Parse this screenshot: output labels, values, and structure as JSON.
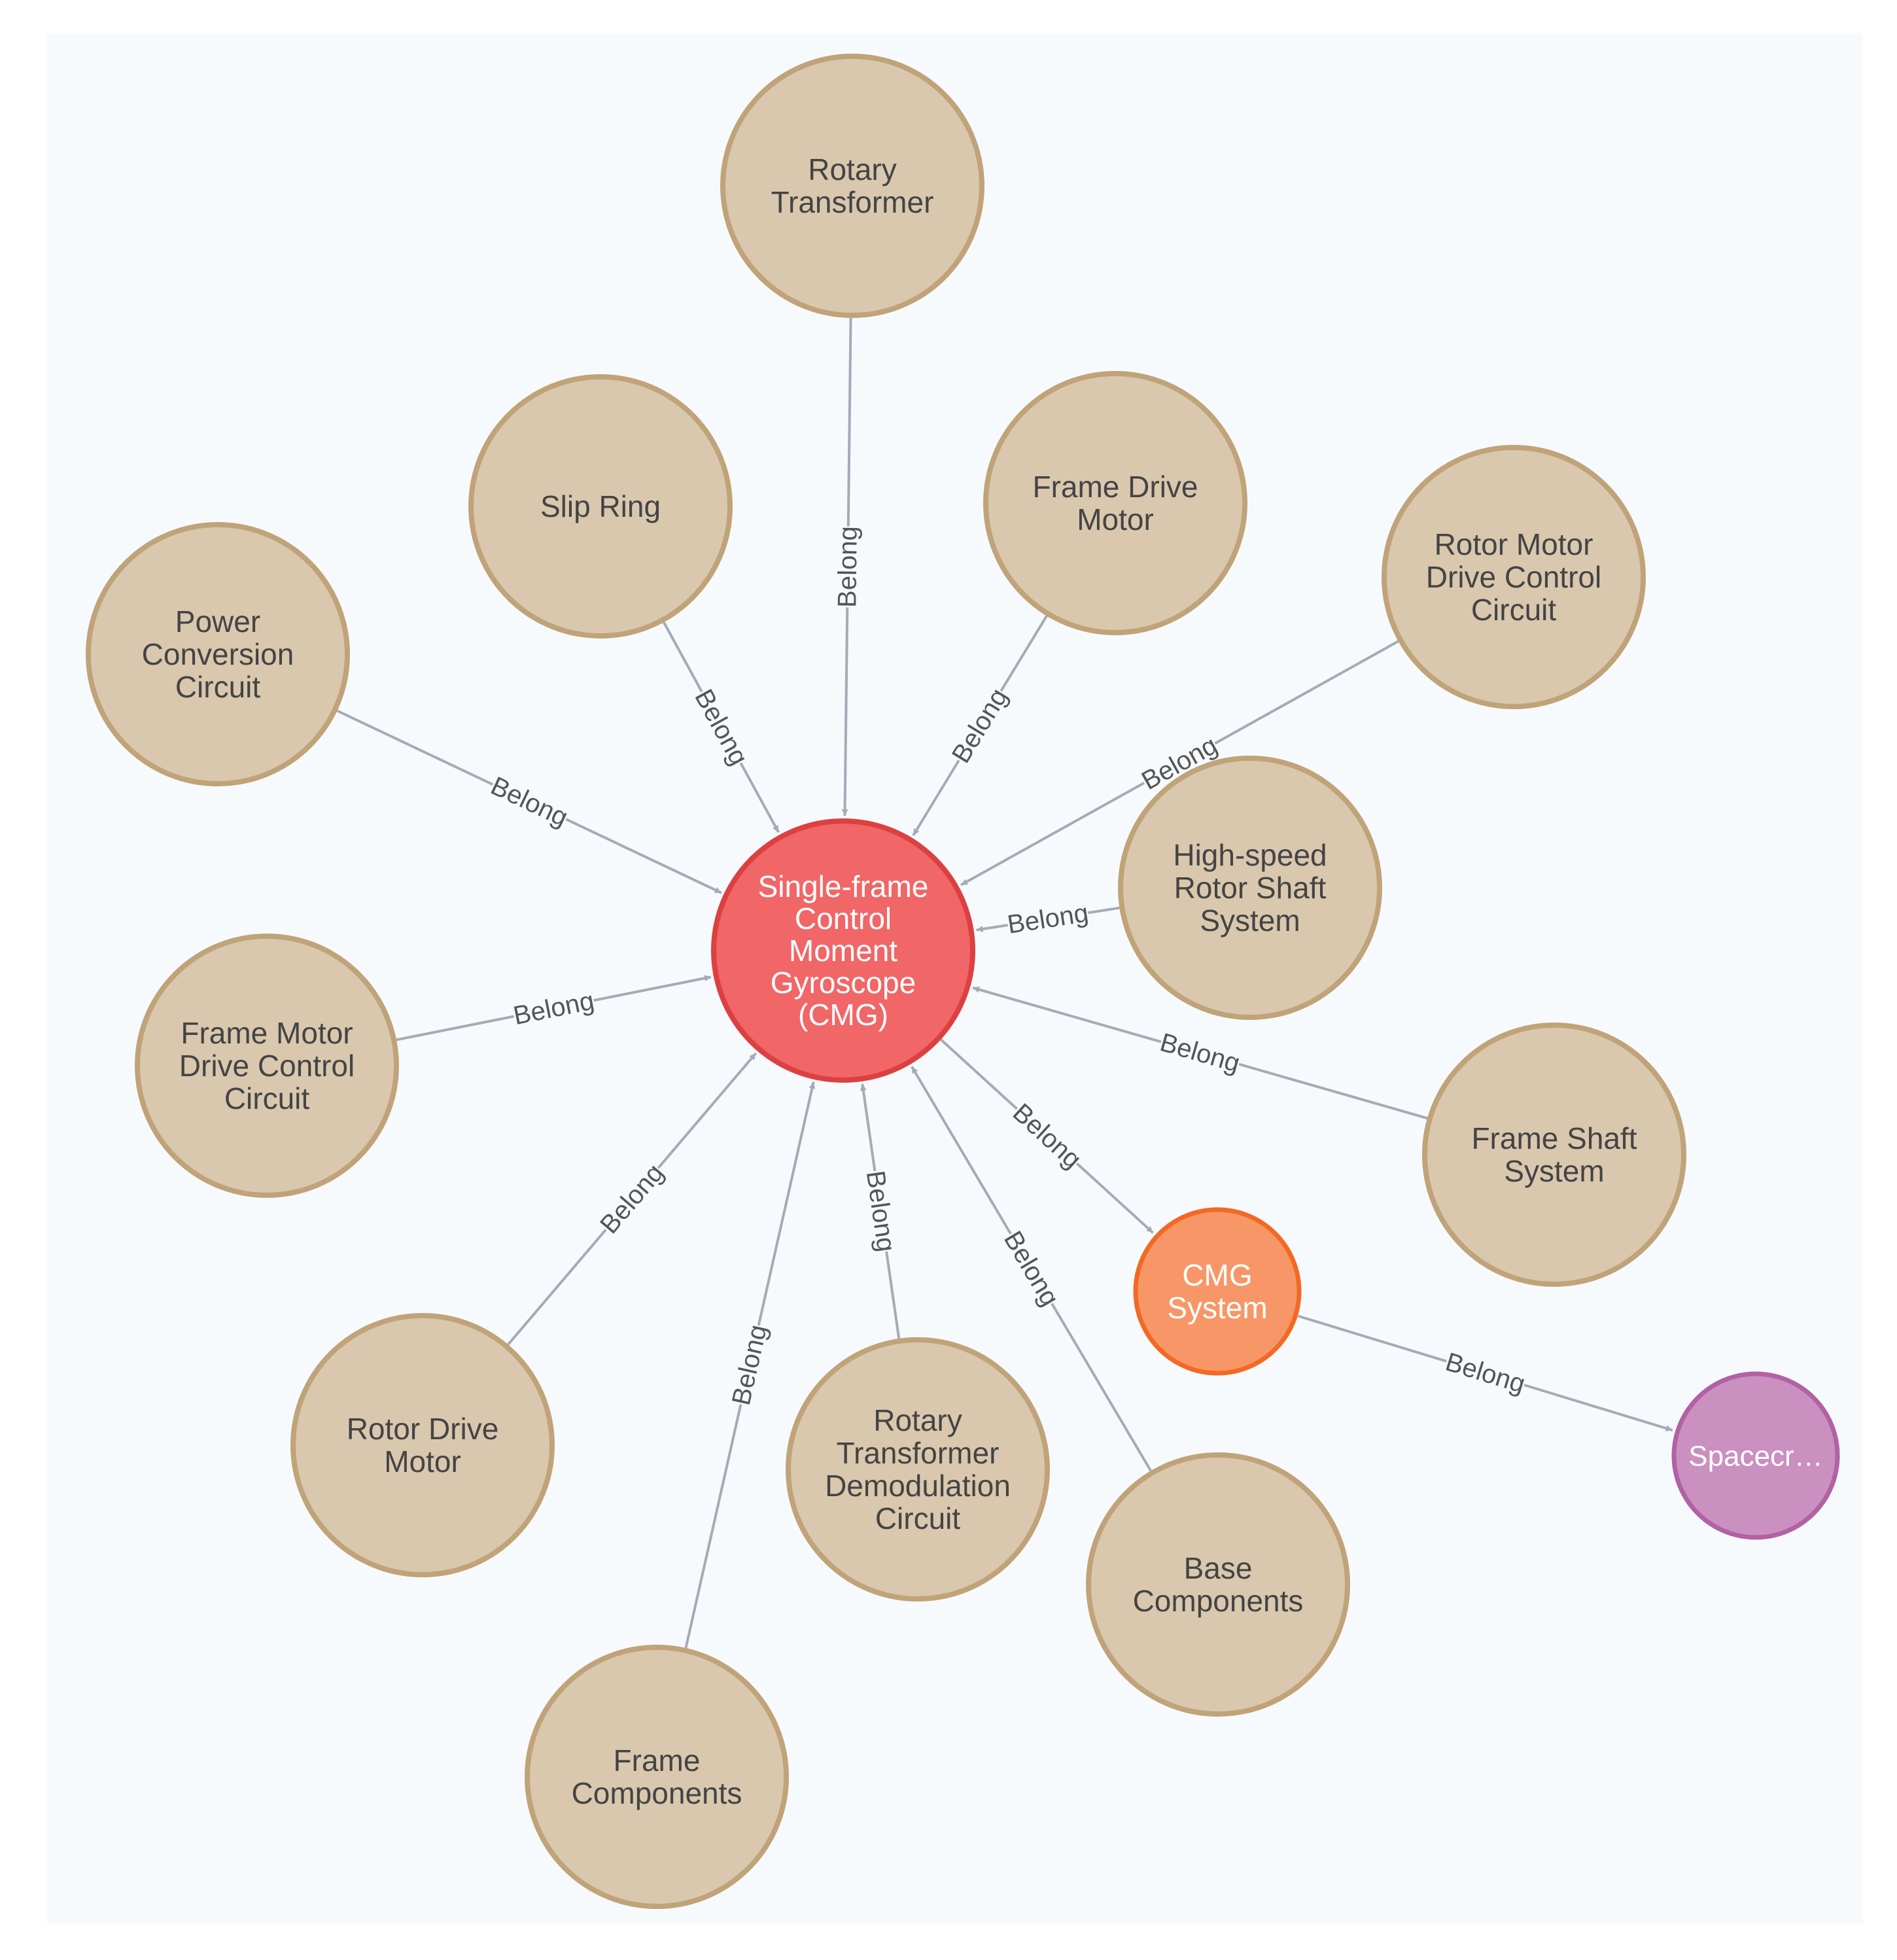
{
  "colors": {
    "background": "#f7fafd",
    "edge": "#a5abb6",
    "edge_label": "#555555",
    "component_fill": "#d9c8ae",
    "component_stroke": "#c0a378",
    "component_text": "#444444",
    "center_fill": "#f16667",
    "center_stroke": "#dc4041",
    "system_fill": "#f79767",
    "system_stroke": "#f36924",
    "spacecraft_fill": "#c990c0",
    "spacecraft_stroke": "#b261a5",
    "light_text": "#ffffff"
  },
  "nodes": [
    {
      "id": "cmg",
      "icon": "node-circle-icon",
      "lines": [
        "Single-frame",
        "Control",
        "Moment",
        "Gyroscope",
        "(CMG)"
      ]
    },
    {
      "id": "rotary-transformer",
      "icon": "node-circle-icon",
      "lines": [
        "Rotary",
        "Transformer"
      ]
    },
    {
      "id": "slip-ring",
      "icon": "node-circle-icon",
      "lines": [
        "Slip Ring"
      ]
    },
    {
      "id": "frame-drive-motor",
      "icon": "node-circle-icon",
      "lines": [
        "Frame Drive",
        "Motor"
      ]
    },
    {
      "id": "power-conversion-circuit",
      "icon": "node-circle-icon",
      "lines": [
        "Power",
        "Conversion",
        "Circuit"
      ]
    },
    {
      "id": "rotor-motor-drive-control-circuit",
      "icon": "node-circle-icon",
      "lines": [
        "Rotor Motor",
        "Drive Control",
        "Circuit"
      ]
    },
    {
      "id": "high-speed-rotor-shaft-system",
      "icon": "node-circle-icon",
      "lines": [
        "High-speed",
        "Rotor Shaft",
        "System"
      ]
    },
    {
      "id": "frame-motor-drive-control-circuit",
      "icon": "node-circle-icon",
      "lines": [
        "Frame Motor",
        "Drive Control",
        "Circuit"
      ]
    },
    {
      "id": "frame-shaft-system",
      "icon": "node-circle-icon",
      "lines": [
        "Frame Shaft",
        "System"
      ]
    },
    {
      "id": "cmg-system",
      "icon": "node-circle-icon",
      "lines": [
        "CMG",
        "System"
      ]
    },
    {
      "id": "rotor-drive-motor",
      "icon": "node-circle-icon",
      "lines": [
        "Rotor Drive",
        "Motor"
      ]
    },
    {
      "id": "rotary-transformer-demodulation-circuit",
      "icon": "node-circle-icon",
      "lines": [
        "Rotary",
        "Transformer",
        "Demodulation",
        "Circuit"
      ]
    },
    {
      "id": "base-components",
      "icon": "node-circle-icon",
      "lines": [
        "Base",
        "Components"
      ]
    },
    {
      "id": "frame-components",
      "icon": "node-circle-icon",
      "lines": [
        "Frame",
        "Components"
      ]
    },
    {
      "id": "spacecraft",
      "icon": "node-circle-icon",
      "lines": [
        "Spacecr…"
      ]
    }
  ],
  "edges": [
    {
      "from": "rotary-transformer",
      "to": "cmg",
      "label": "Belong"
    },
    {
      "from": "slip-ring",
      "to": "cmg",
      "label": "Belong"
    },
    {
      "from": "frame-drive-motor",
      "to": "cmg",
      "label": "Belong"
    },
    {
      "from": "power-conversion-circuit",
      "to": "cmg",
      "label": "Belong"
    },
    {
      "from": "rotor-motor-drive-control-circuit",
      "to": "cmg",
      "label": "Belong"
    },
    {
      "from": "high-speed-rotor-shaft-system",
      "to": "cmg",
      "label": "Belong"
    },
    {
      "from": "frame-motor-drive-control-circuit",
      "to": "cmg",
      "label": "Belong"
    },
    {
      "from": "frame-shaft-system",
      "to": "cmg",
      "label": "Belong"
    },
    {
      "from": "rotor-drive-motor",
      "to": "cmg",
      "label": "Belong"
    },
    {
      "from": "frame-components",
      "to": "cmg",
      "label": "Belong"
    },
    {
      "from": "rotary-transformer-demodulation-circuit",
      "to": "cmg",
      "label": "Belong"
    },
    {
      "from": "base-components",
      "to": "cmg",
      "label": "Belong"
    },
    {
      "from": "cmg",
      "to": "cmg-system",
      "label": "Belong"
    },
    {
      "from": "cmg-system",
      "to": "spacecraft",
      "label": "Belong"
    }
  ]
}
